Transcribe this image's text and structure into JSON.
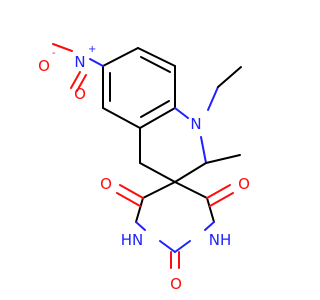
{
  "molecule": {
    "atoms": {
      "nitro_o_minus": "O",
      "nitro_o_minus_charge": "-",
      "nitro_n": "N",
      "nitro_n_charge": "+",
      "nitro_o_double": "O",
      "ring_n_ethyl": "N",
      "carbonyl_o_left": "O",
      "carbonyl_o_right": "O",
      "carbonyl_o_bottom": "O",
      "nh_left": "HN",
      "nh_right": "NH"
    },
    "colors": {
      "carbon_bonds": "#000000",
      "nitrogen": "#2020ff",
      "oxygen": "#ff0d0d"
    }
  }
}
